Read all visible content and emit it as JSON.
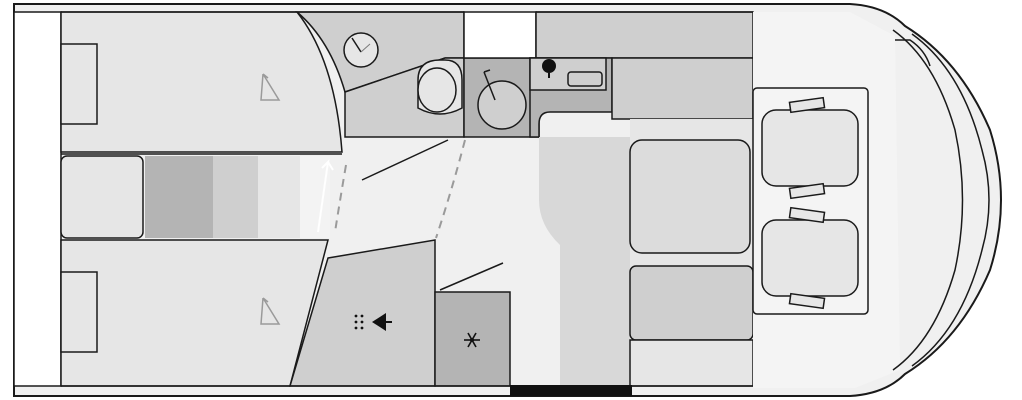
{
  "plan": {
    "colors": {
      "outline": "#1a1a1a",
      "floor": "#efefef",
      "furniture_light": "#e6e6e6",
      "furniture_mid": "#cfcfcf",
      "furniture_dark": "#b4b4b4",
      "white": "#ffffff",
      "door_threshold": "#111111"
    },
    "icons": {
      "bed_left_top": "hanger-icon",
      "bed_left_bottom": "hanger-icon",
      "washbasin": "sink-icon",
      "shower": "shower-drain-icon",
      "toilet": "toilet-icon",
      "kitchen_sink": "kitchen-sink-icon",
      "stove": "hob-icon",
      "heater": "heater-outlet-icon",
      "fridge": "snowflake-icon"
    },
    "zones": [
      "rear-beds",
      "bathroom",
      "kitchen",
      "dinette",
      "cab-seats",
      "entrance-door"
    ]
  }
}
